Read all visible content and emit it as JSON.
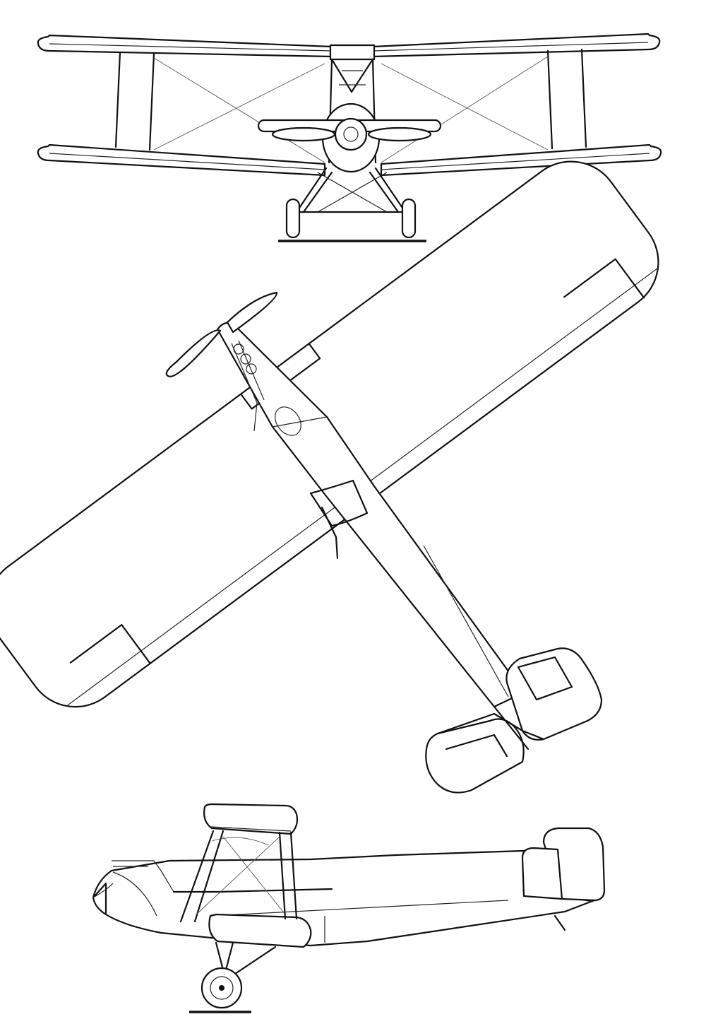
{
  "drawing": {
    "line_color": "#111111",
    "background_color": "#ffffff",
    "views": [
      {
        "id": "front",
        "icon": "biplane-front-view-icon"
      },
      {
        "id": "top",
        "icon": "biplane-top-view-icon"
      },
      {
        "id": "side",
        "icon": "biplane-side-view-icon"
      }
    ]
  }
}
